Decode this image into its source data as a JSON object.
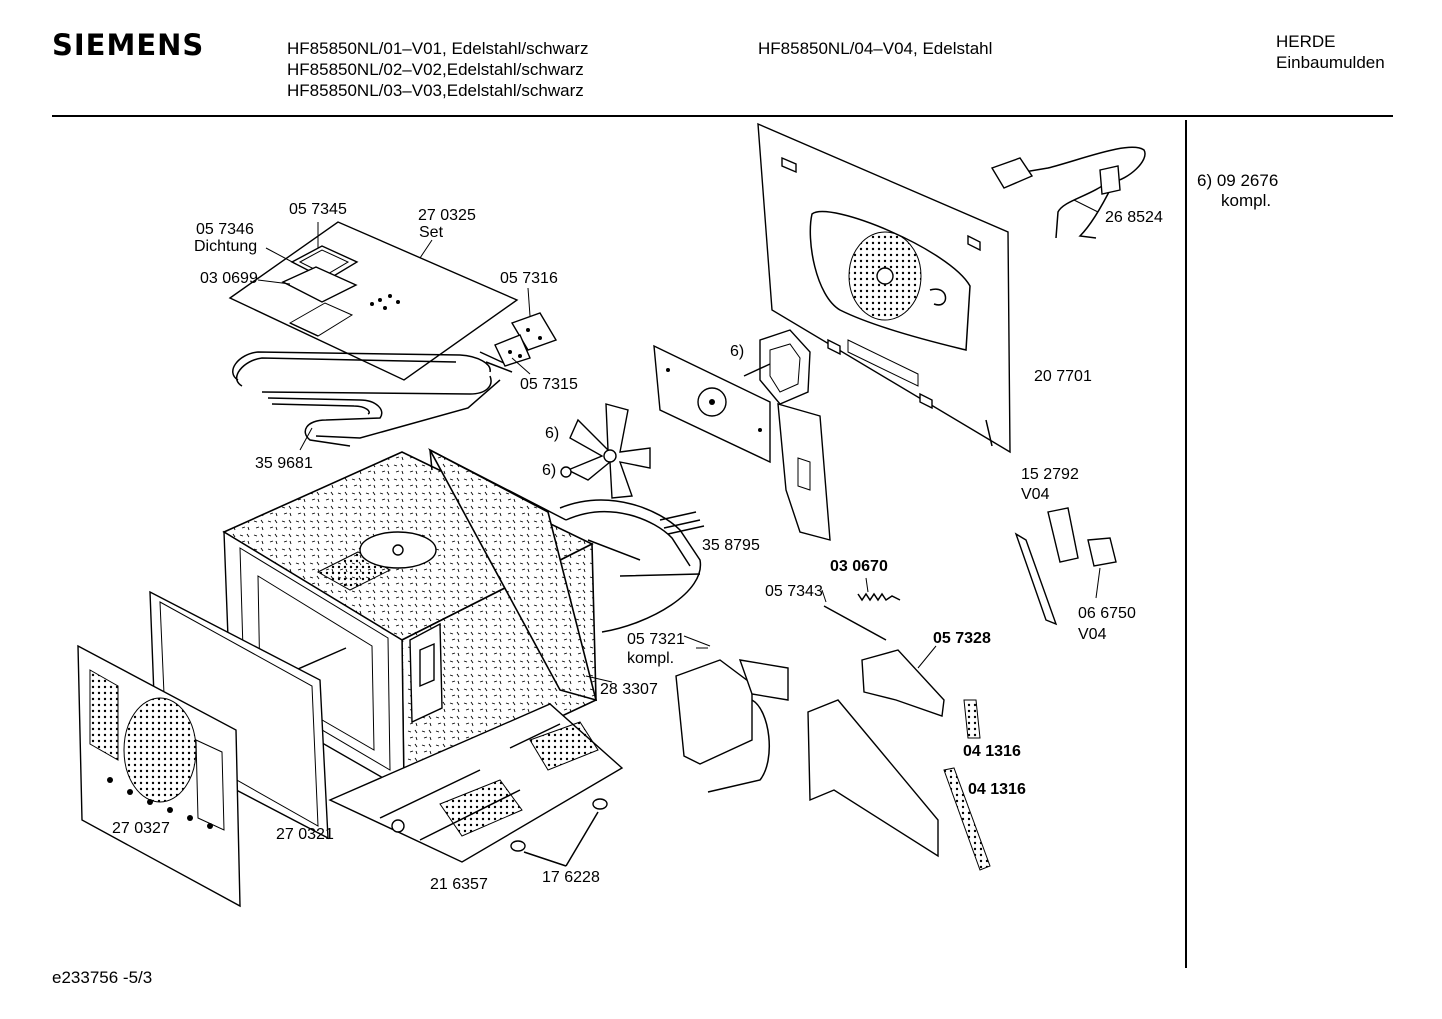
{
  "header": {
    "brand": "SIEMENS",
    "models_left": [
      "HF85850NL/01–V01, Edelstahl/schwarz",
      "HF85850NL/02–V02,Edelstahl/schwarz",
      "HF85850NL/03–V03,Edelstahl/schwarz"
    ],
    "model_right": "HF85850NL/04–V04, Edelstahl",
    "category_line1": "HERDE",
    "category_line2": "Einbaumulden"
  },
  "side_note": {
    "line1": "6)  09 2676",
    "line2": "kompl."
  },
  "labels": {
    "p057345": "05 7345",
    "p270325": "27 0325",
    "set": "Set",
    "p057346": "05 7346",
    "dichtung": "Dichtung",
    "p030699": "03 0699",
    "p057316": "05 7316",
    "p057315": "05 7315",
    "p359681": "35 9681",
    "p268524": "26 8524",
    "p207701": "20 7701",
    "six_motor": "6)",
    "six_fan": "6)",
    "six_nut": "6)",
    "p152792": "15 2792",
    "v04_a": "V04",
    "p358795": "35 8795",
    "p030670": "03 0670",
    "p057343": "05 7343",
    "p066750": "06  6750",
    "v04_b": "V04",
    "p057321": "05 7321",
    "kompl": "kompl.",
    "p057328": "05 7328",
    "p283307": "28 3307",
    "p041316_a": "04 1316",
    "p041316_b": "04 1316",
    "p270327": "27 0327",
    "p270321": "27 0321",
    "p216357": "21 6357",
    "p176228": "17 6228"
  },
  "footer": {
    "doc_id": "e233756 -5/3"
  }
}
